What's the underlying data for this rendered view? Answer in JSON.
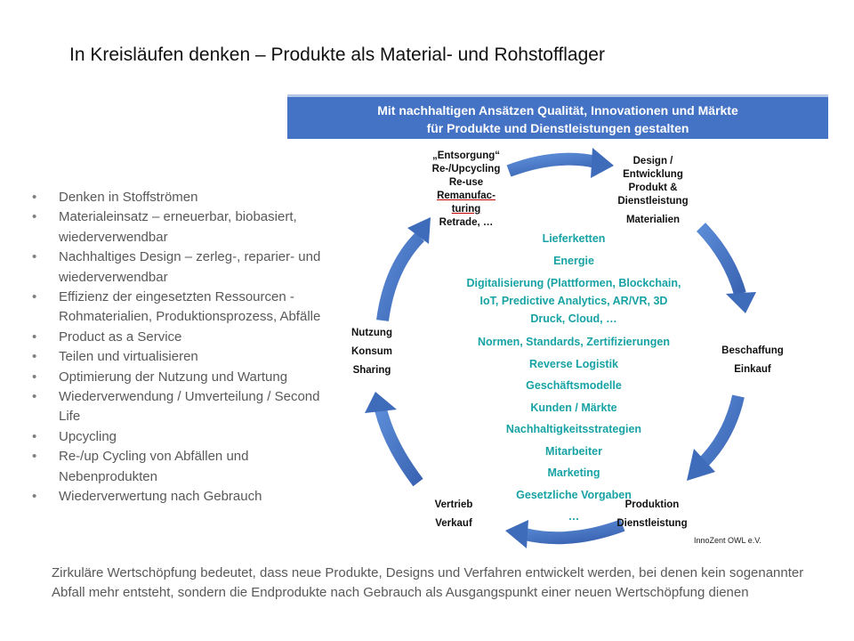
{
  "title": "In Kreisläufen denken – Produkte als Material- und Rohstofflager",
  "banner": {
    "line1": "Mit nachhaltigen Ansätzen Qualität, Innovationen und Märkte",
    "line2": "für Produkte und Dienstleistungen gestalten"
  },
  "bullets": [
    "Denken in Stoffströmen",
    "Materialeinsatz – erneuerbar, biobasiert, wiederverwendbar",
    "Nachhaltiges Design – zerleg-, reparier- und wiederverwendbar",
    "Effizienz der eingesetzten Ressourcen - Rohmaterialien, Produktionsprozess, Abfälle",
    "Product as a Service",
    "Teilen und virtualisieren",
    "Optimierung der Nutzung und Wartung",
    "Wiederverwendung / Umverteilung / Second Life",
    "Upcycling",
    "Re-/up Cycling von Abfällen und Nebenprodukten",
    "Wiederverwertung nach Gebrauch"
  ],
  "stages": {
    "entsorgung": [
      "„Entsorgung“",
      "Re-/Upcycling",
      "Re-use",
      "Remanufac-",
      "turing",
      "Retrade, …"
    ],
    "design": [
      "Design /",
      "Entwicklung",
      "Produkt &",
      "Dienstleistung"
    ],
    "design_sub": "Materialien",
    "beschaffung": [
      "Beschaffung"
    ],
    "beschaffung_sub": "Einkauf",
    "produktion": [
      "Produktion"
    ],
    "produktion_sub": "Dienstleistung",
    "vertrieb": [
      "Vertrieb"
    ],
    "vertrieb_sub": "Verkauf",
    "nutzung": [
      "Nutzung"
    ],
    "nutzung_sub": [
      "Konsum",
      "Sharing"
    ]
  },
  "center": {
    "items_top": [
      "Lieferketten",
      "Energie"
    ],
    "digital": [
      "Digitalisierung (Plattformen, Blockchain,",
      "IoT, Predictive Analytics, AR/VR, 3D",
      "Druck, Cloud, …"
    ],
    "items_bottom": [
      "Normen, Standards, Zertifizierungen",
      "Reverse Logistik",
      "Geschäftsmodelle",
      "Kunden / Märkte",
      "Nachhaltigkeitsstrategien",
      "Mitarbeiter",
      "Marketing",
      "Gesetzliche Vorgaben",
      "…"
    ]
  },
  "credit": "InnoZent OWL e.V.",
  "footer": "Zirkuläre Wertschöpfung bedeutet, dass neue Produkte, Designs und Verfahren entwickelt werden, bei denen kein sogenannter Abfall mehr entsteht, sondern die Endprodukte nach Gebrauch als Ausgangspunkt einer neuen Wertschöpfung dienen",
  "colors": {
    "arrow": "#4472c4",
    "banner": "#4472c4",
    "center_text": "#17a2a4"
  }
}
